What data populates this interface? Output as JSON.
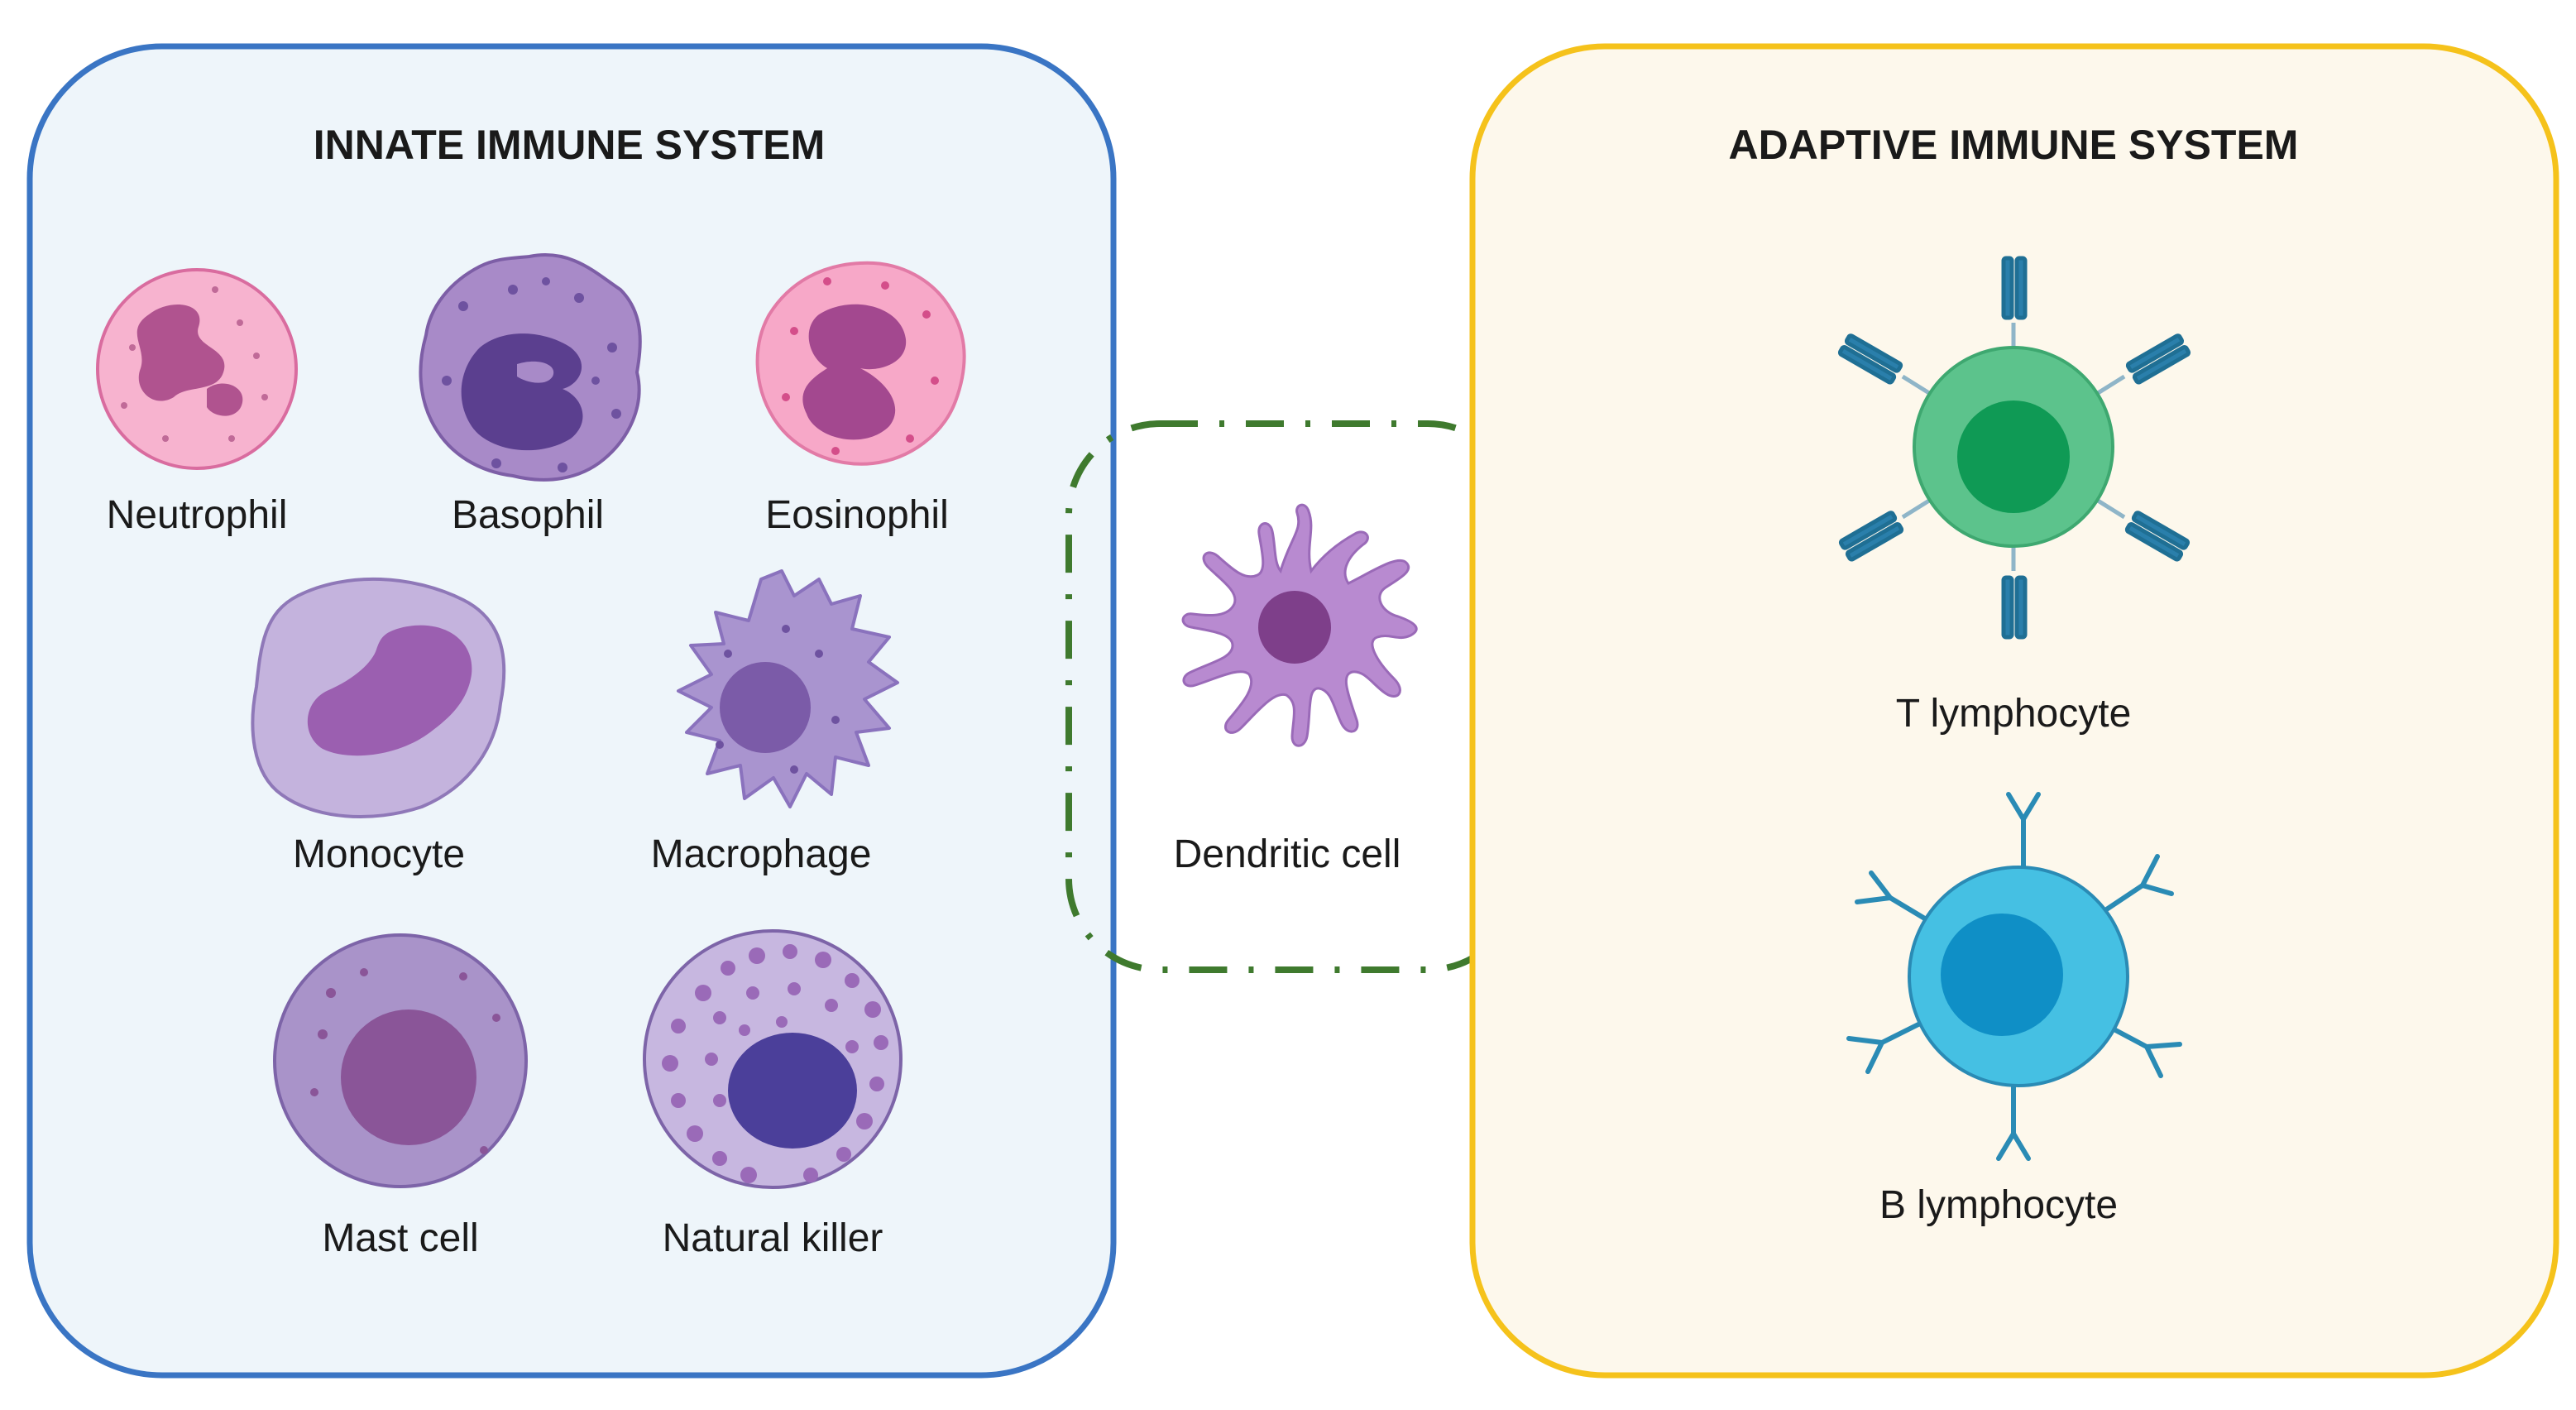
{
  "innate": {
    "title": "INNATE IMMUNE SYSTEM",
    "cells": {
      "neutrophil": "Neutrophil",
      "basophil": "Basophil",
      "eosinophil": "Eosinophil",
      "monocyte": "Monocyte",
      "macrophage": "Macrophage",
      "mast_cell": "Mast cell",
      "natural_killer": "Natural killer"
    }
  },
  "bridge": {
    "dendritic": "Dendritic cell"
  },
  "adaptive": {
    "title": "ADAPTIVE IMMUNE SYSTEM",
    "cells": {
      "t_lymphocyte": "T lymphocyte",
      "b_lymphocyte": "B lymphocyte"
    }
  },
  "colors": {
    "innate_border": "#3a75c4",
    "innate_fill": "#eef5fa",
    "adaptive_border": "#f5c21b",
    "adaptive_fill": "#fdf8ec",
    "bridge_dash": "#3f7a2e"
  }
}
